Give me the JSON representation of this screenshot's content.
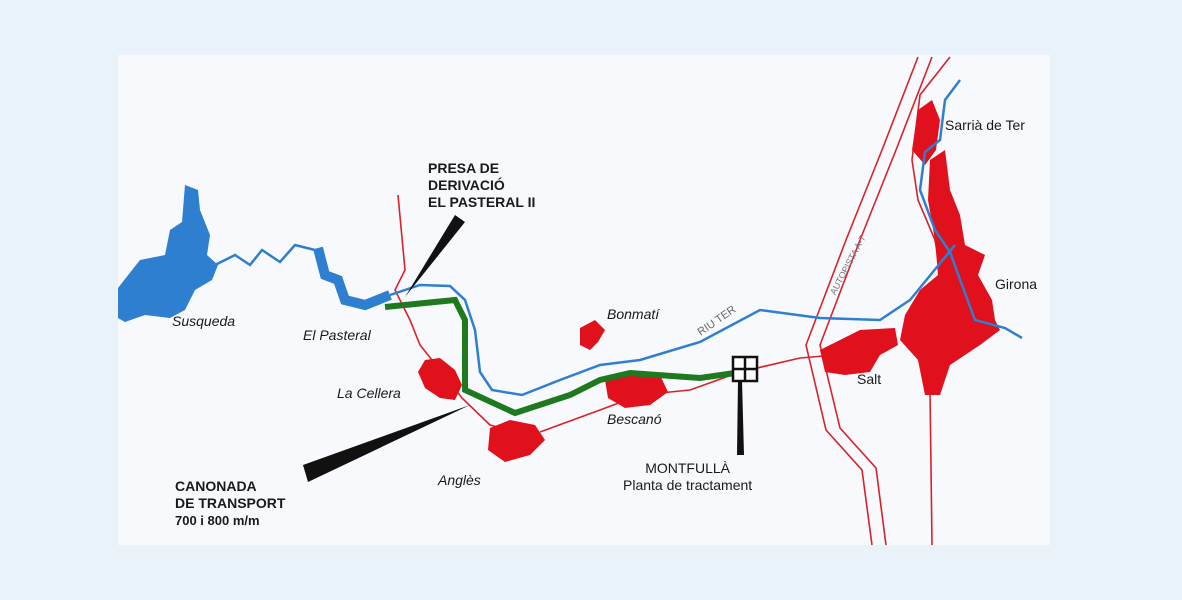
{
  "places": {
    "susqueda": "Susqueda",
    "el_pasteral": "El Pasteral",
    "la_cellera": "La Cellera",
    "angles": "Anglès",
    "bonmati": "Bonmatí",
    "bescano": "Bescanó",
    "salt": "Salt",
    "girona": "Girona",
    "sarria": "Sarrià de Ter"
  },
  "river_label": "RIU TER",
  "highway_label": "AUTOPISTA A-7",
  "dam": {
    "line1": "PRESA DE",
    "line2": "DERIVACIÓ",
    "line3": "EL PASTERAL II"
  },
  "pipeline": {
    "line1": "CANONADA",
    "line2": "DE TRANSPORT",
    "line3": "700 i  800 m/m"
  },
  "plant": {
    "name": "MONTFULLÀ",
    "desc": "Planta de tractament"
  },
  "colors": {
    "water": "#2f7fd0",
    "towns": "#e0101c",
    "roads": "#d8222a",
    "pipeline": "#1f7a1f",
    "background": "#e9f1f9",
    "map": "#f7f9fc"
  }
}
